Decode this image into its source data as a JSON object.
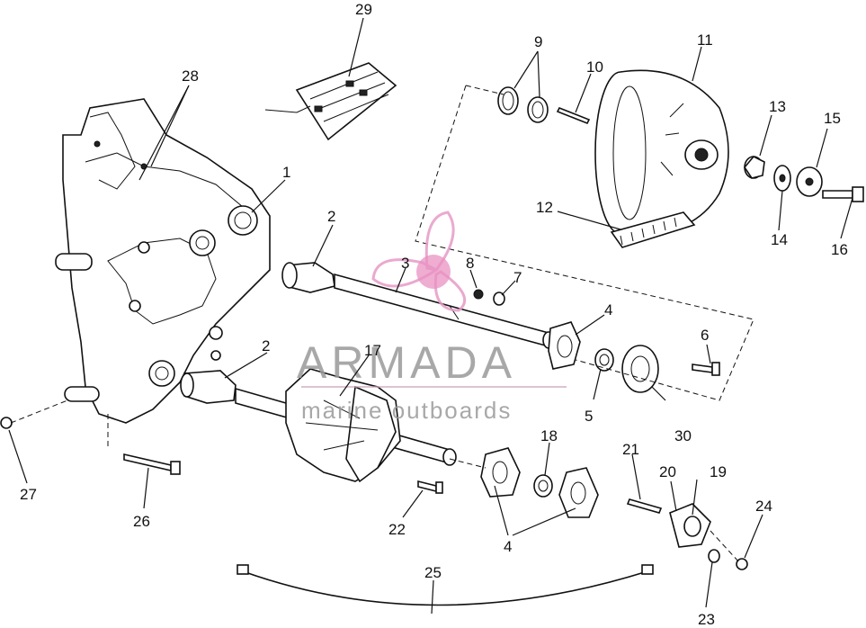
{
  "watermark": {
    "brand": "ARMADA",
    "tagline": "marine outboards",
    "logo_color": "#e79bc7",
    "logo_center_color": "#e57fb8",
    "text_color": "#9a9a9a"
  },
  "callouts": {
    "c1": "1",
    "c2a": "2",
    "c2b": "2",
    "c3": "3",
    "c4a": "4",
    "c4b": "4",
    "c5": "5",
    "c6": "6",
    "c7": "7",
    "c8": "8",
    "c9": "9",
    "c10": "10",
    "c11": "11",
    "c12": "12",
    "c13": "13",
    "c14": "14",
    "c15": "15",
    "c16": "16",
    "c17": "17",
    "c18": "18",
    "c19": "19",
    "c20": "20",
    "c21": "21",
    "c22": "22",
    "c23": "23",
    "c24": "24",
    "c25": "25",
    "c26": "26",
    "c27": "27",
    "c28": "28",
    "c29": "29",
    "c30": "30"
  }
}
